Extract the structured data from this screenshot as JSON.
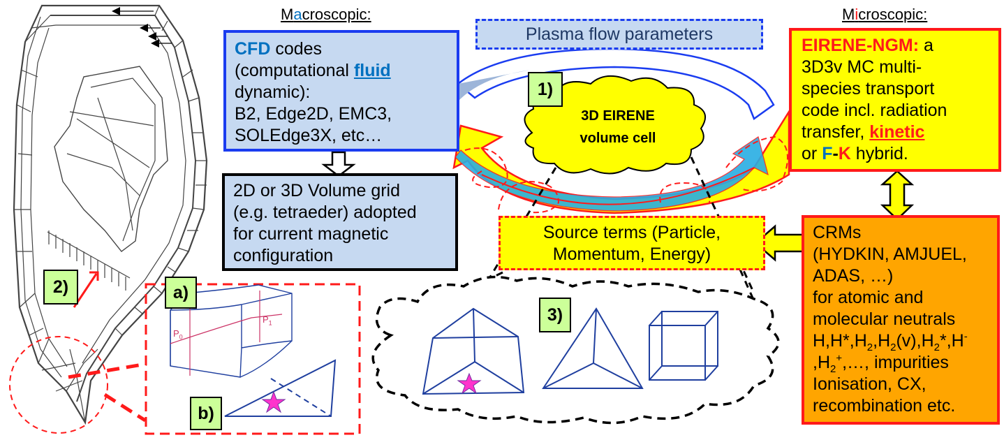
{
  "colors": {
    "blue_border": "#1a3cf0",
    "blue_fill": "#c6d9f1",
    "red_border": "#ff1a1a",
    "yellow_fill": "#ffff00",
    "orange_fill": "#ffa500",
    "green_label": "#ccff99",
    "cfd_blue": "#0070c0",
    "mesh_gray": "#444444",
    "cell_blue": "#1f3f9f",
    "star_magenta": "#ff33cc"
  },
  "headings": {
    "macro_pre": "M",
    "macro_accent": "a",
    "macro_post": "croscopic:",
    "micro_pre": "M",
    "micro_accent": "i",
    "micro_post": "croscopic:"
  },
  "plasma_box": {
    "text": "Plasma flow parameters"
  },
  "cfd_box": {
    "cfd": "CFD",
    "l1_rest": " codes",
    "l2_pre": "(computational ",
    "fluid": "fluid",
    "l3": "dynamic):",
    "l4": "B2, Edge2D, EMC3,",
    "l5": "SOLEdge3X, etc…"
  },
  "grid_box": {
    "l1": "2D or 3D Volume grid",
    "l2": "(e.g. tetraeder) adopted",
    "l3": "for current magnetic",
    "l4": "configuration"
  },
  "eirene_box": {
    "name": "EIRENE-NGM:",
    "l1_rest": " a",
    "l2": "3D3v MC multi-",
    "l3": "species transport",
    "l4": "code incl. radiation",
    "l5_pre": "transfer, ",
    "kinetic": "kinetic",
    "l6_pre": "or ",
    "f": "F",
    "dash": "-",
    "k": "K",
    "l6_post": " hybrid."
  },
  "cloud_label": {
    "l1": "3D EIRENE",
    "l2": "volume cell"
  },
  "source_box": {
    "l1": "Source terms (Particle,",
    "l2": "Momentum, Energy)"
  },
  "crm_box": {
    "l1": "CRMs",
    "l2": "(HYDKIN, AMJUEL,",
    "l3": "ADAS, …)",
    "l4": "for atomic and",
    "l5": "molecular neutrals",
    "l6": {
      "a": "H,H*,H",
      "s1": "2",
      "b": ",H",
      "s2": "2",
      "c": "(v),H",
      "s3": "2",
      "d": "*,H",
      "sup1": "-"
    },
    "l7": {
      "a": ",H",
      "s1": "2",
      "sup1": "+",
      "b": ",…, impurities"
    },
    "l8": "Ionisation, CX,",
    "l9": "recombination etc."
  },
  "labels": {
    "one": "1)",
    "two": "2)",
    "three": "3)",
    "a": "a)",
    "b": "b)"
  },
  "inset": {
    "p0": "P",
    "p0_sub": "0",
    "p1": "P",
    "p1_sub": "1"
  }
}
